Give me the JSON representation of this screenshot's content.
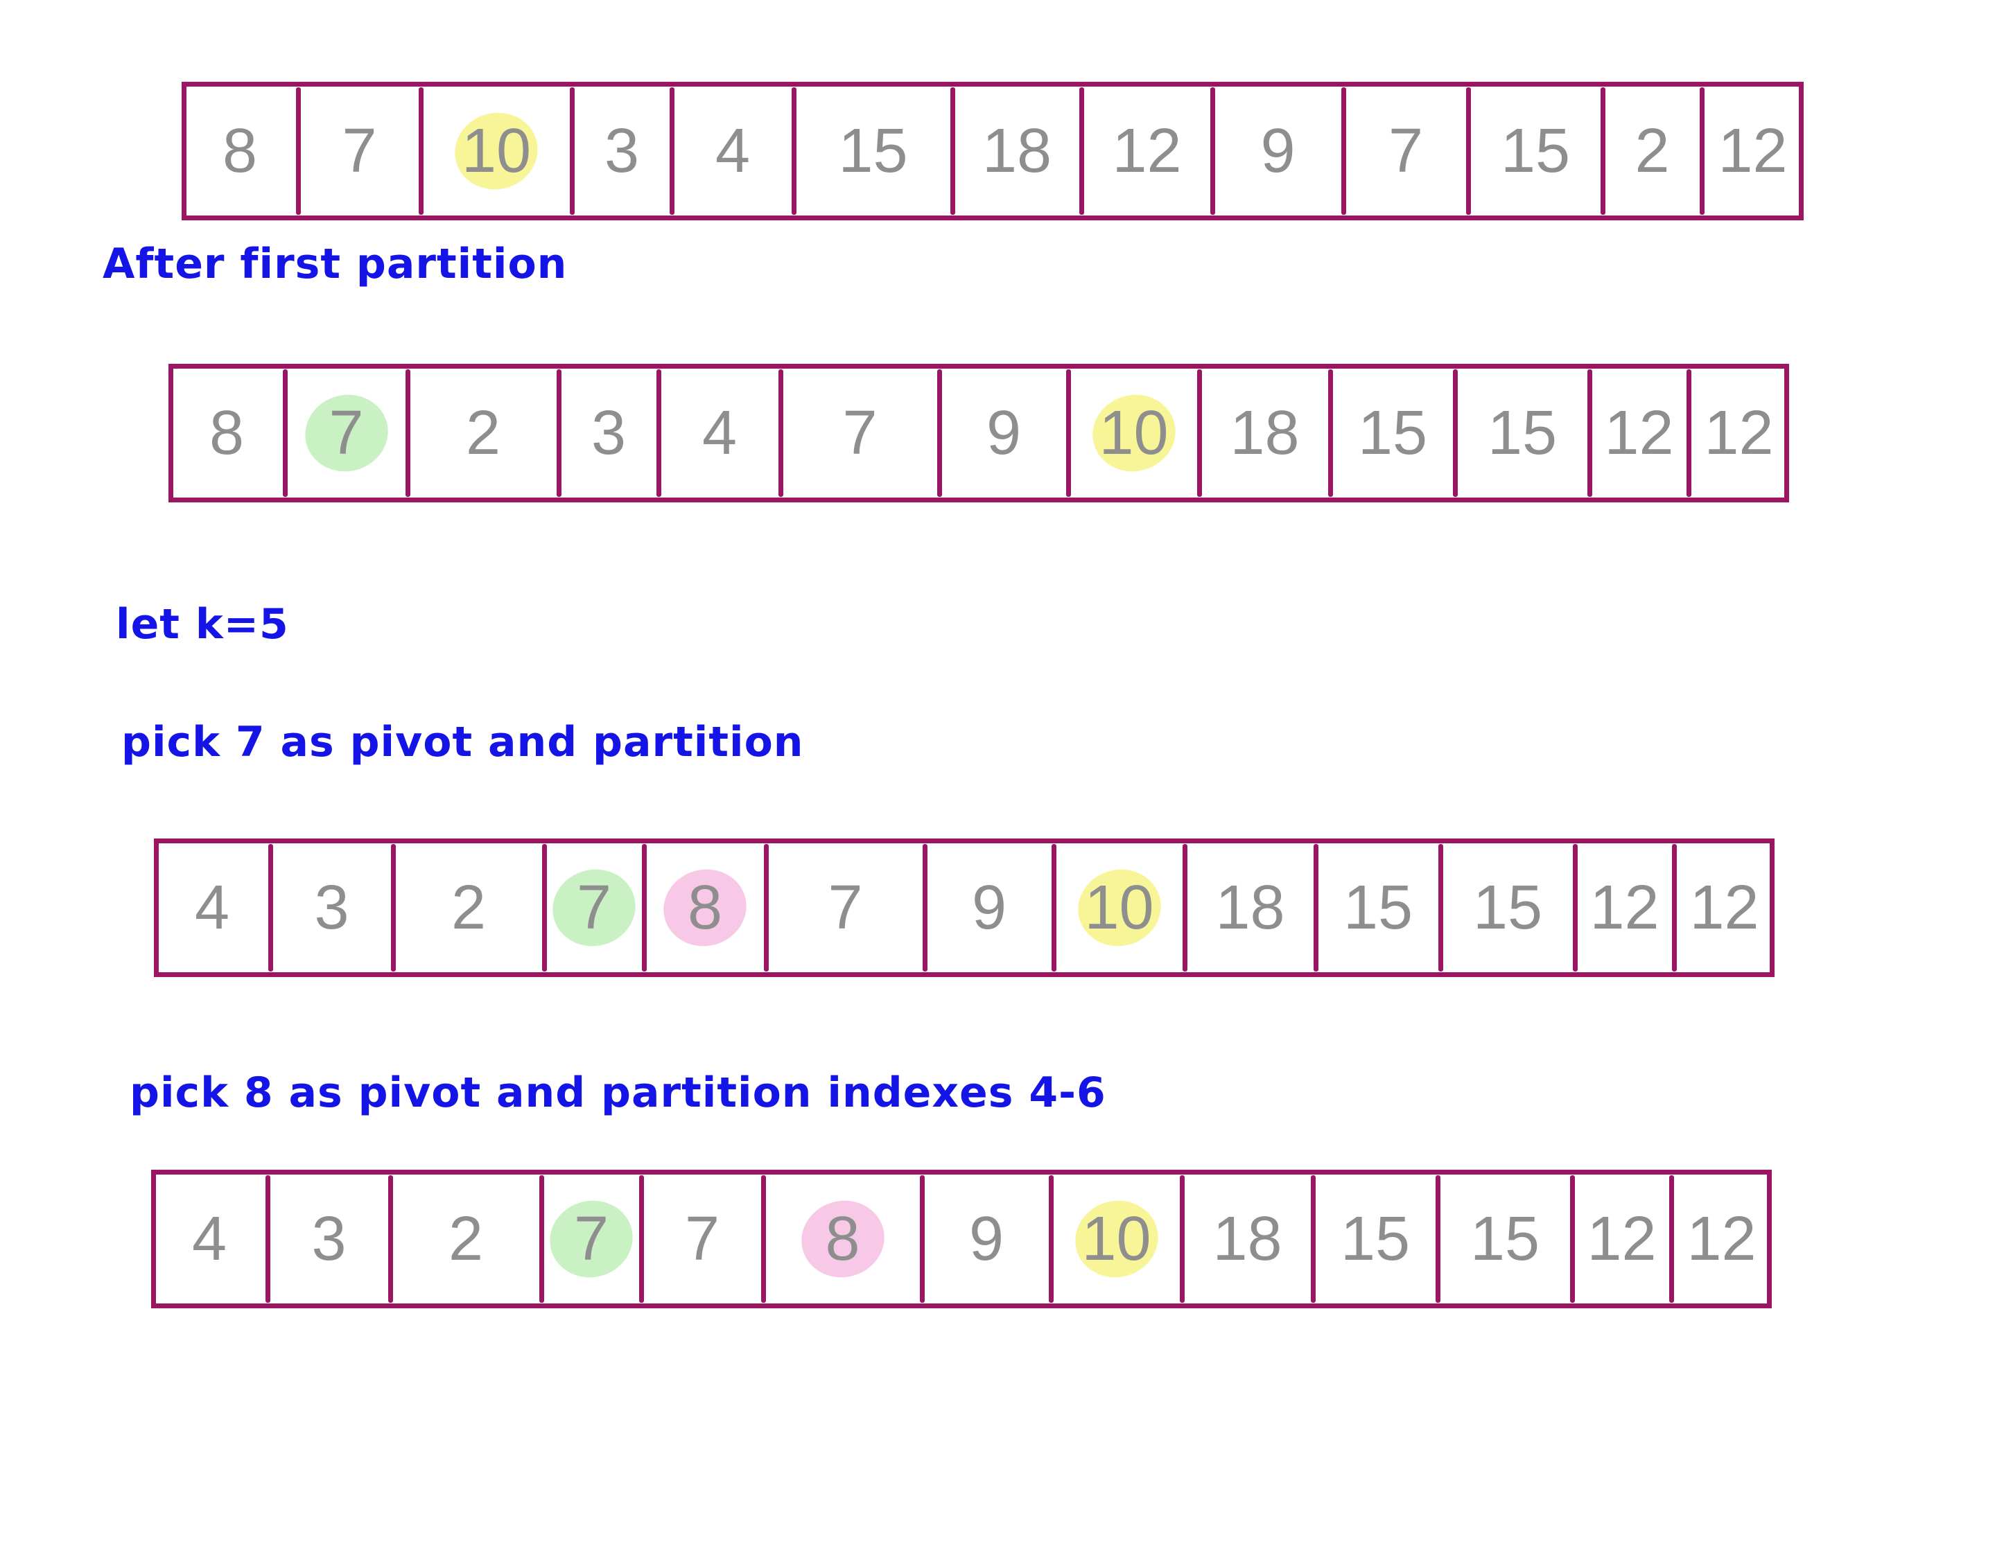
{
  "colors": {
    "caption": "#1414e6",
    "frame": "#9c1563",
    "digits": "#8e8e8e",
    "pivot_yellow": "#f8f599",
    "pivot_green": "#c9f1c3",
    "pivot_pink": "#f7c9e7"
  },
  "captions": {
    "after_first": "After first partition",
    "let_k": "let k=5",
    "pick_7": "pick 7 as pivot and partition",
    "pick_8": "pick 8 as pivot and partition indexes 4-6"
  },
  "arrays": [
    {
      "values": [
        "8",
        "7",
        "10",
        "3",
        "4",
        "15",
        "18",
        "12",
        "9",
        "7",
        "15",
        "2",
        "12"
      ],
      "highlights": [
        {
          "index": 2,
          "color": "pivot_yellow"
        }
      ]
    },
    {
      "values": [
        "8",
        "7",
        "2",
        "3",
        "4",
        "7",
        "9",
        "10",
        "18",
        "15",
        "15",
        "12",
        "12"
      ],
      "highlights": [
        {
          "index": 1,
          "color": "pivot_green"
        },
        {
          "index": 7,
          "color": "pivot_yellow"
        }
      ]
    },
    {
      "values": [
        "4",
        "3",
        "2",
        "7",
        "8",
        "7",
        "9",
        "10",
        "18",
        "15",
        "15",
        "12",
        "12"
      ],
      "highlights": [
        {
          "index": 3,
          "color": "pivot_green"
        },
        {
          "index": 4,
          "color": "pivot_pink"
        },
        {
          "index": 7,
          "color": "pivot_yellow"
        }
      ]
    },
    {
      "values": [
        "4",
        "3",
        "2",
        "7",
        "7",
        "8",
        "9",
        "10",
        "18",
        "15",
        "15",
        "12",
        "12"
      ],
      "highlights": [
        {
          "index": 3,
          "color": "pivot_green"
        },
        {
          "index": 5,
          "color": "pivot_pink"
        },
        {
          "index": 7,
          "color": "pivot_yellow"
        }
      ]
    }
  ]
}
